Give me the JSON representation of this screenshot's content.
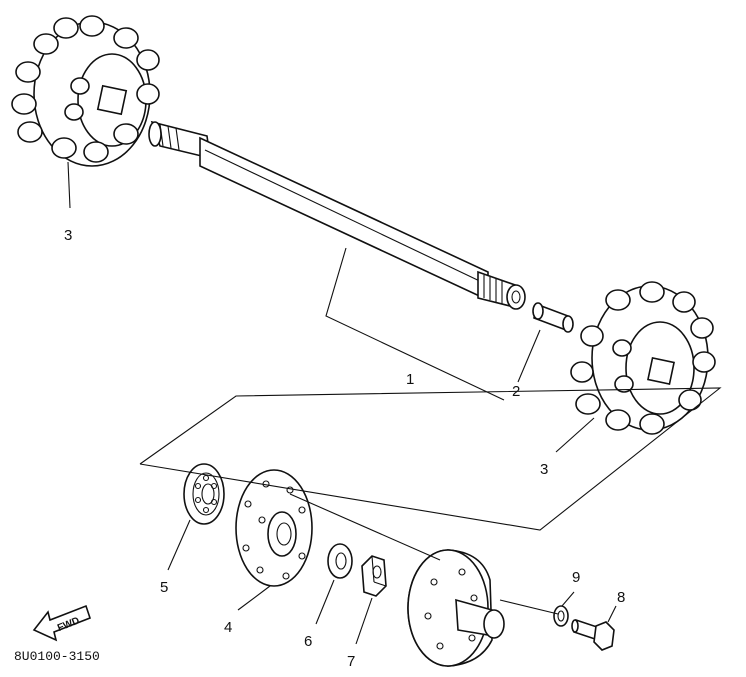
{
  "callouts": [
    {
      "id": "c1",
      "label": "1"
    },
    {
      "id": "c2",
      "label": "2"
    },
    {
      "id": "c3a",
      "label": "3"
    },
    {
      "id": "c3b",
      "label": "3"
    },
    {
      "id": "c4",
      "label": "4"
    },
    {
      "id": "c5",
      "label": "5"
    },
    {
      "id": "c6",
      "label": "6"
    },
    {
      "id": "c7",
      "label": "7"
    },
    {
      "id": "c8",
      "label": "8"
    },
    {
      "id": "c9",
      "label": "9"
    }
  ],
  "direction_label": "FWD",
  "figure_code": "8U0100-3150"
}
